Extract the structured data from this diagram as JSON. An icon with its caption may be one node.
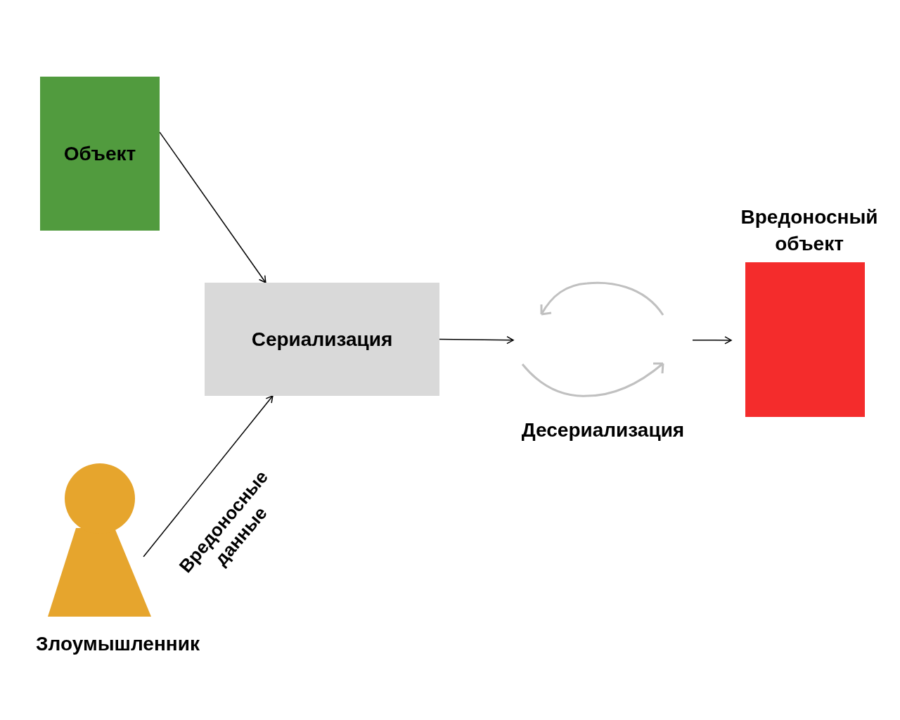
{
  "diagram": {
    "nodes": [
      {
        "text": [
          "Объект"
        ]
      },
      {
        "text": [
          "Сериализация"
        ]
      },
      {
        "text": [
          "Десериализация"
        ]
      },
      {
        "text": [
          "Вредоносный объект"
        ]
      },
      {
        "text": [
          "Злоумышленник"
        ]
      }
    ],
    "edges": [
      {
        "from": 0,
        "to": 1,
        "arrow": "to"
      },
      {
        "from": 4,
        "to": 1,
        "arrow": "to",
        "label": "Вредоносные данные"
      },
      {
        "from": 1,
        "to": 2,
        "arrow": "to"
      },
      {
        "from": 2,
        "to": 3,
        "arrow": "to"
      }
    ]
  }
}
